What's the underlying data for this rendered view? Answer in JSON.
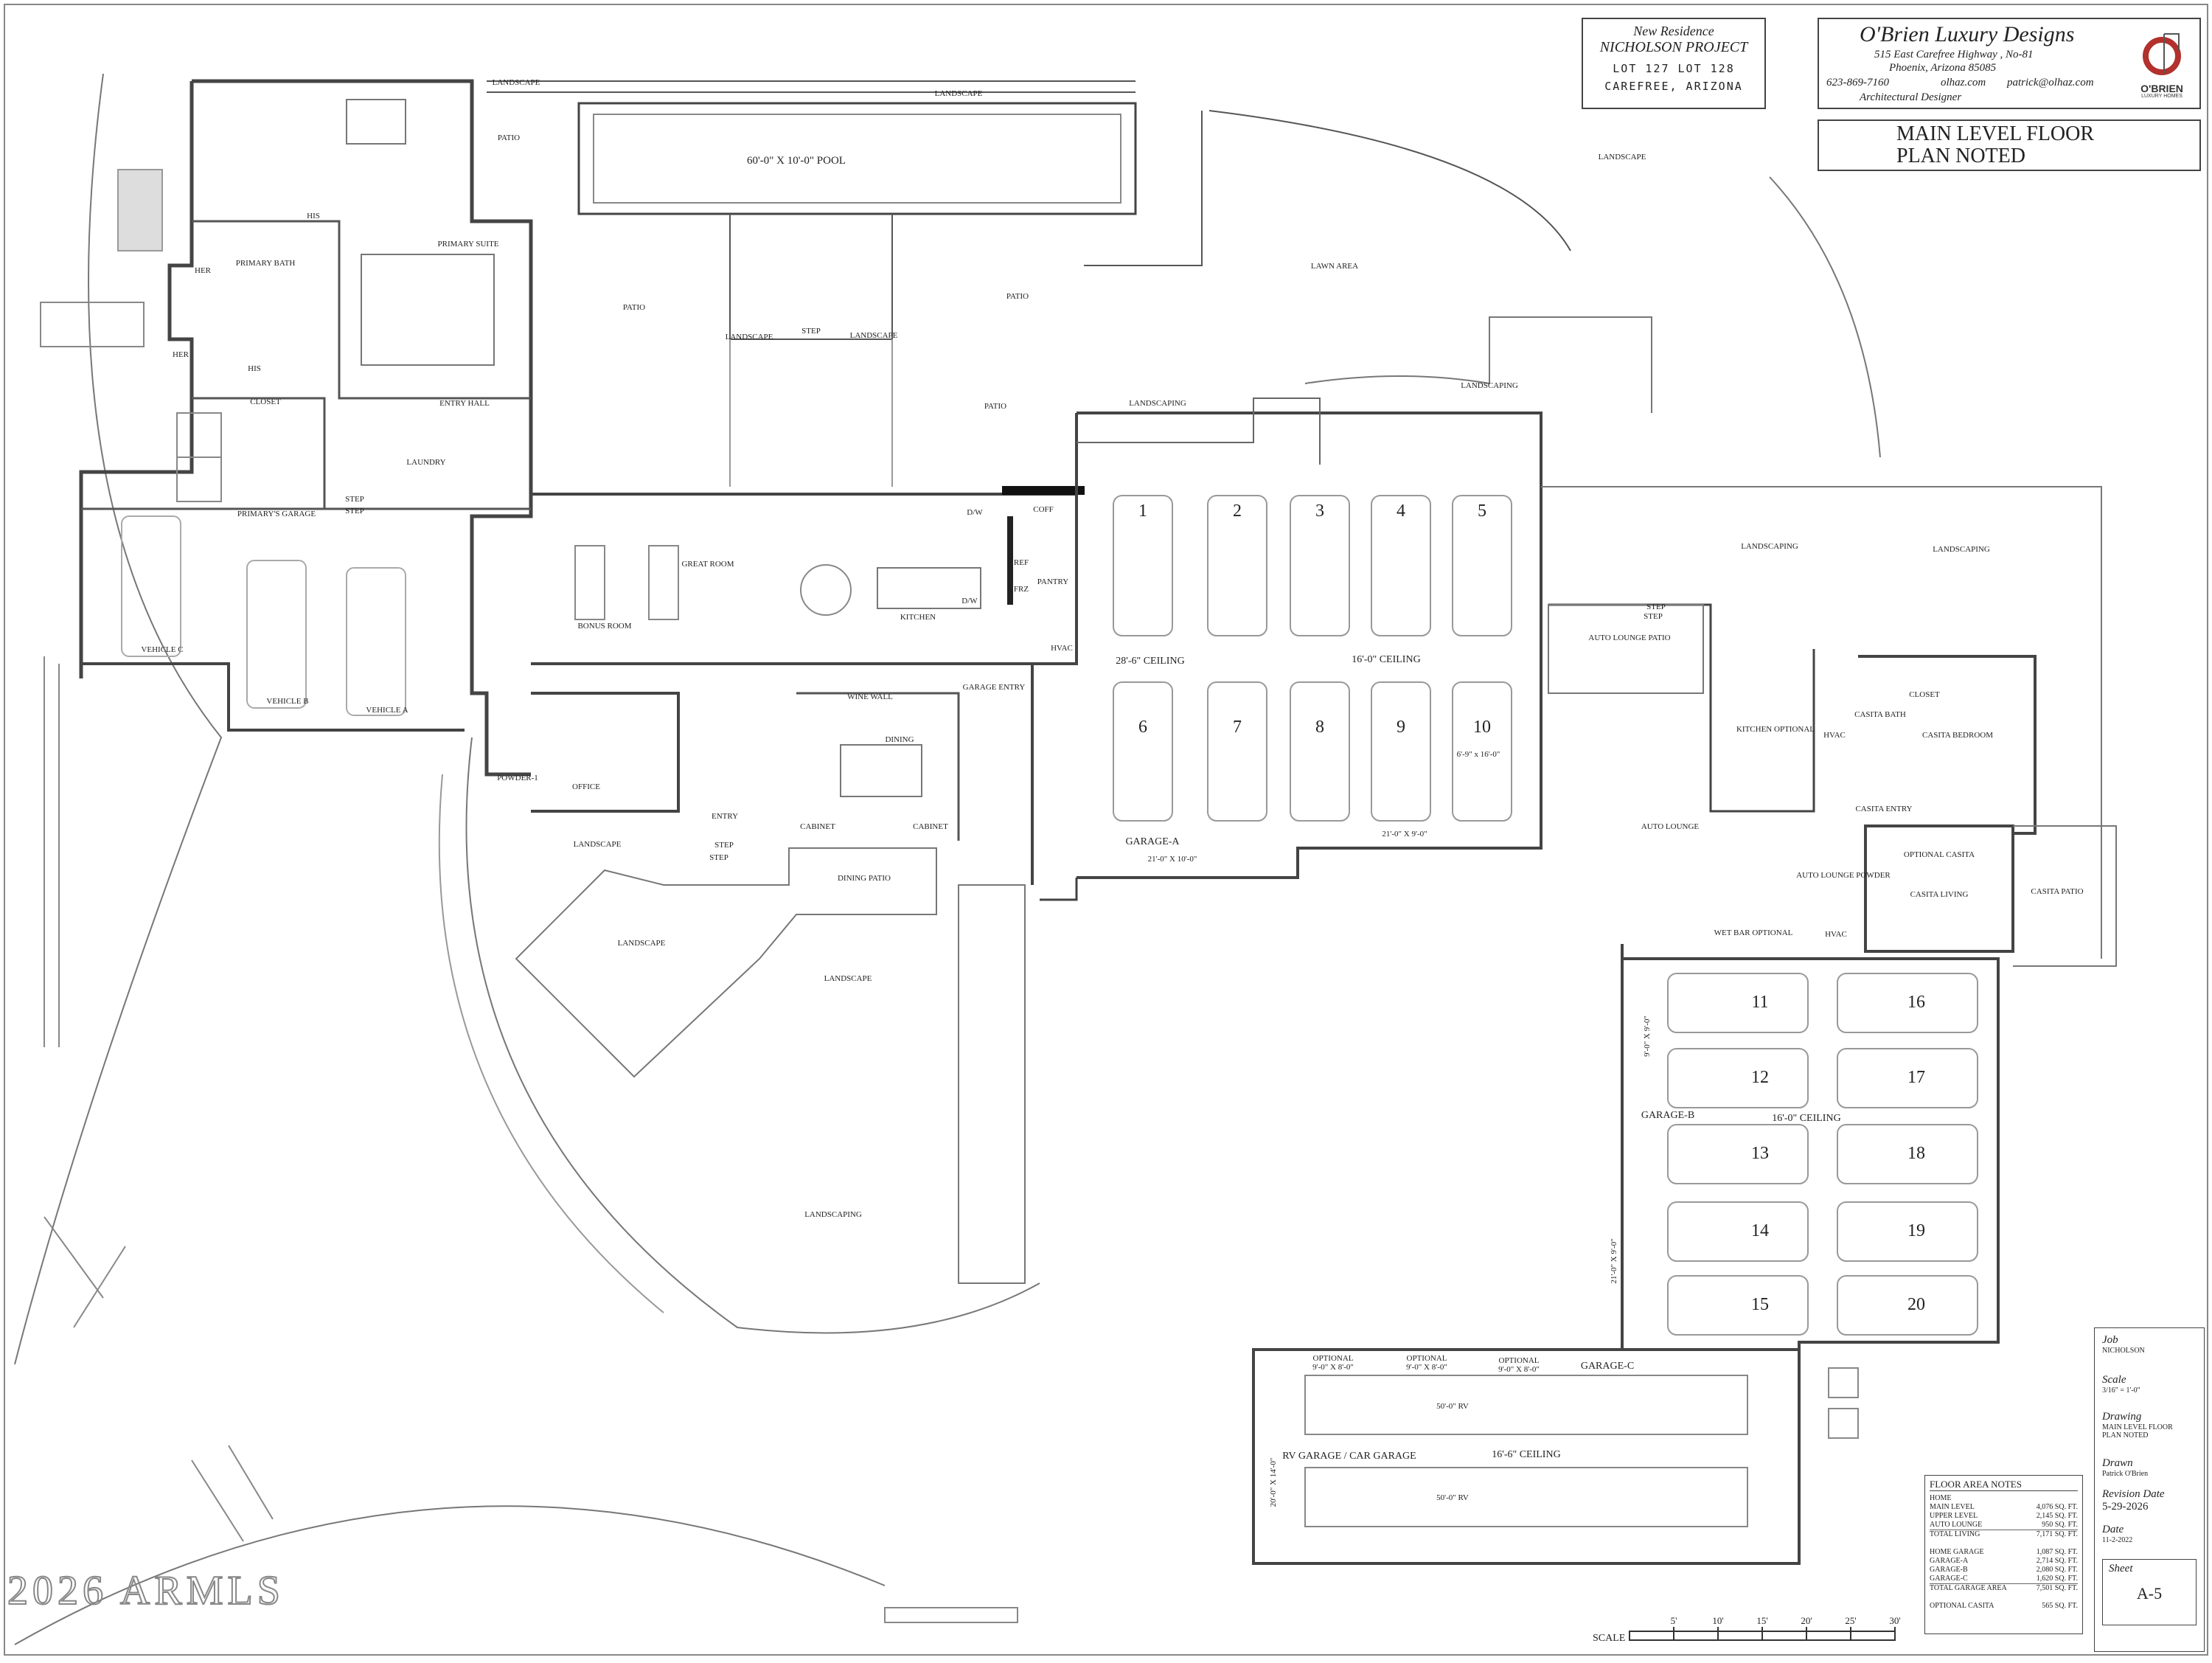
{
  "project_box": {
    "line1": "New Residence",
    "line2": "NICHOLSON PROJECT",
    "line3": "LOT 127  LOT 128",
    "line4": "CAREFREE, ARIZONA"
  },
  "designer_box": {
    "name": "O'Brien Luxury Designs",
    "address1": "515 East Carefree Highway , No-81",
    "address2": "Phoenix, Arizona  85085",
    "phone": "623-869-7160",
    "web": "olhaz.com",
    "email": "patrick@olhaz.com",
    "role": "Architectural Designer",
    "logo_text": "O'BRIEN",
    "logo_sub": "LUXURY HOMES"
  },
  "sheet_title": {
    "line1": "MAIN LEVEL FLOOR",
    "line2": "PLAN NOTED"
  },
  "title_block": {
    "job_label": "Job",
    "job_value": "NICHOLSON",
    "scale_label": "Scale",
    "scale_value": "3/16\" = 1'-0\"",
    "drawing_label": "Drawing",
    "drawing_value1": "MAIN LEVEL FLOOR",
    "drawing_value2": "PLAN NOTED",
    "drawn_label": "Drawn",
    "drawn_value": "Patrick O'Brien",
    "revision_label": "Revision Date",
    "revision_value": "5-29-2026",
    "date_label": "Date",
    "date_value": "11-2-2022",
    "sheet_label": "Sheet",
    "sheet_value": "A-5"
  },
  "floor_area_notes": {
    "title": "FLOOR AREA NOTES",
    "rows": [
      {
        "label": "HOME",
        "value": ""
      },
      {
        "label": "MAIN LEVEL",
        "value": "4,076 SQ. FT."
      },
      {
        "label": "UPPER LEVEL",
        "value": "2,145 SQ. FT."
      },
      {
        "label": "AUTO LOUNGE",
        "value": "950 SQ. FT."
      },
      {
        "label": "TOTAL LIVING",
        "value": "7,171 SQ. FT."
      },
      {
        "label": "HOME GARAGE",
        "value": "1,087 SQ. FT."
      },
      {
        "label": "GARAGE-A",
        "value": "2,714 SQ. FT."
      },
      {
        "label": "GARAGE-B",
        "value": "2,080 SQ. FT."
      },
      {
        "label": "GARAGE-C",
        "value": "1,620 SQ. FT."
      },
      {
        "label": "TOTAL GARAGE AREA",
        "value": "7,501 SQ. FT."
      },
      {
        "label": "OPTIONAL  CASITA",
        "value": "565 SQ. FT."
      }
    ]
  },
  "scale_bar": {
    "label": "SCALE",
    "ticks": [
      "5'",
      "10'",
      "15'",
      "20'",
      "25'",
      "30'"
    ]
  },
  "watermark": "2026 ARMLS",
  "rooms": {
    "pool": "60'-0\" X 10'-0\" POOL",
    "landscape": "LANDSCAPE",
    "landscaping": "LANDSCAPING",
    "patio": "PATIO",
    "lawn_area": "LAWN AREA",
    "primary_suite": "PRIMARY SUITE",
    "primary_bath": "PRIMARY BATH",
    "closet": "CLOSET",
    "entry_hall": "ENTRY HALL",
    "laundry": "LAUNDRY",
    "primary_garage": "PRIMARY'S GARAGE",
    "vehicle_a": "VEHICLE A",
    "vehicle_b": "VEHICLE B",
    "vehicle_c": "VEHICLE C",
    "bonus_room": "BONUS ROOM",
    "great_room": "GREAT ROOM",
    "kitchen": "KITCHEN",
    "pantry": "PANTRY",
    "wine_wall": "WINE WALL",
    "dining": "DINING",
    "office": "OFFICE",
    "powder": "POWDER-1",
    "entry": "ENTRY",
    "dining_patio": "DINING PATIO",
    "garage_entry": "GARAGE ENTRY",
    "step": "STEP",
    "hvac": "HVAC",
    "ref": "REF",
    "frz": "FRZ",
    "dw": "D/W",
    "coff": "COFF",
    "cabinet": "CABINET",
    "her": "HER",
    "his": "HIS",
    "auto_lounge": "AUTO LOUNGE",
    "auto_lounge_patio": "AUTO LOUNGE PATIO",
    "kitchen_optional": "KITCHEN OPTIONAL",
    "wet_bar": "WET BAR OPTIONAL",
    "auto_lounge_powder": "AUTO LOUNGE POWDER",
    "casita_bath": "CASITA BATH",
    "casita_bedroom": "CASITA BEDROOM",
    "casita_entry": "CASITA ENTRY",
    "casita_living": "CASITA LIVING",
    "casita_patio": "CASITA PATIO",
    "optional_casita": "OPTIONAL CASITA",
    "closet2": "CLOSET"
  },
  "garage_a": {
    "label": "GARAGE-A",
    "ceiling_left": "28'-6\" CEILING",
    "ceiling_right": "16'-0\" CEILING",
    "dim1": "21'-0\" X 10'-0\"",
    "dim2": "21'-0\" X 9'-0\"",
    "dim_10": "6'-9\" x 16'-0\"",
    "bays": [
      "1",
      "2",
      "3",
      "4",
      "5",
      "6",
      "7",
      "8",
      "9",
      "10"
    ]
  },
  "garage_b": {
    "label": "GARAGE-B",
    "ceiling": "16'-0\" CEILING",
    "dim1": "9'-0\" X 9'-0\"",
    "dim2": "21'-0\" X 9'-0\"",
    "bays": [
      "11",
      "12",
      "13",
      "14",
      "15",
      "16",
      "17",
      "18",
      "19",
      "20"
    ]
  },
  "garage_c": {
    "label": "GARAGE-C",
    "rv_label": "RV GARAGE   / CAR GARAGE",
    "ceiling": "16'-6\" CEILING",
    "rv1": "50'-0\" RV",
    "rv2": "50'-0\" RV",
    "optional": "OPTIONAL",
    "opt_dim": "9'-0\" X 8'-0\"",
    "side_dim": "20'-0\" X 14'-0\""
  }
}
